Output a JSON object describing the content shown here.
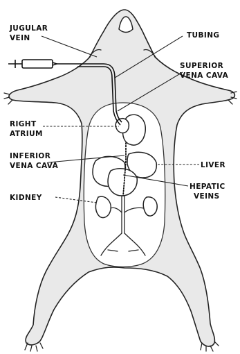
{
  "labels": {
    "jugular_vein_line1": "JUGULAR",
    "jugular_vein_line2": "VEIN",
    "tubing": "TUBING",
    "superior_vena_cava_line1": "SUPERIOR",
    "superior_vena_cava_line2": "VENA CAVA",
    "right_atrium_line1": "RIGHT",
    "right_atrium_line2": "ATRIUM",
    "inferior_vena_cava_line1": "INFERIOR",
    "inferior_vena_cava_line2": "VENA CAVA",
    "liver": "LIVER",
    "hepatic_veins_line1": "HEPATIC",
    "hepatic_veins_line2": "VEINS",
    "kidney": "KIDNEY"
  }
}
